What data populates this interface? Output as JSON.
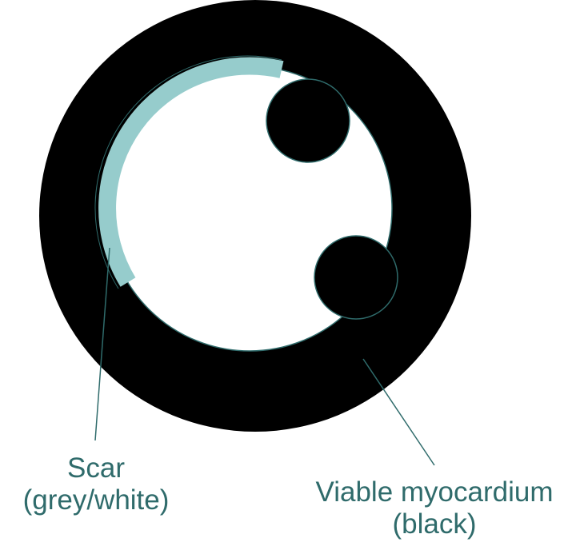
{
  "labels": {
    "scar": {
      "line1": "Scar",
      "line2": "(grey/white)"
    },
    "viable": {
      "line1": "Viable myocardium",
      "line2": "(black)"
    }
  },
  "colors": {
    "myocardium": "#000000",
    "scar": "#96cccc",
    "outline": "#2f6b6b",
    "label_text": "#2f6b6b",
    "background": "#ffffff"
  }
}
